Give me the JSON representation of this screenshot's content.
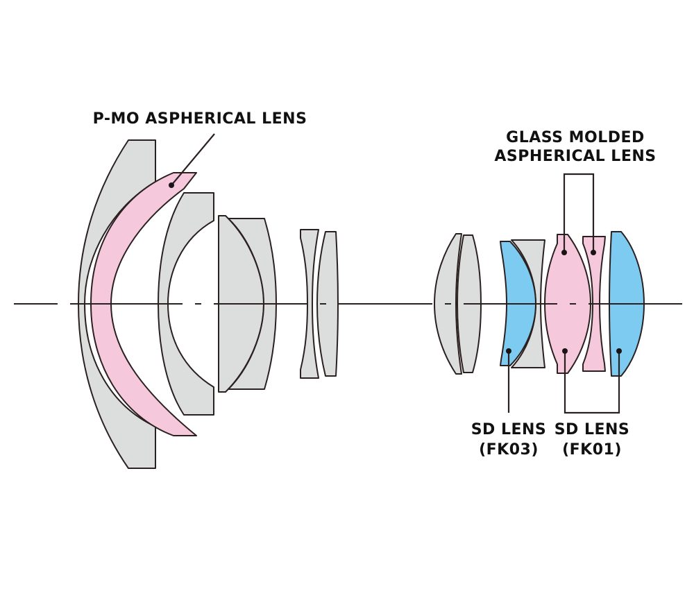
{
  "diagram": {
    "title": "Lens optical construction diagram",
    "colors": {
      "standard": "#dcdddd",
      "aspherical": "#f5c8dc",
      "sd": "#7dcbf1",
      "outline": "#2a2020",
      "text": "#111111"
    },
    "labels": {
      "pmo_aspherical": "P-MO ASPHERICAL LENS",
      "glass_molded_line1": "GLASS MOLDED",
      "glass_molded_line2": "ASPHERICAL LENS",
      "sd_fk03_line1": "SD LENS",
      "sd_fk03_line2": "(FK03)",
      "sd_fk01_line1": "SD LENS",
      "sd_fk01_line2": "(FK01)"
    },
    "elements": [
      {
        "id": 1,
        "type": "standard"
      },
      {
        "id": 2,
        "type": "aspherical",
        "material": "P-MO"
      },
      {
        "id": 3,
        "type": "standard"
      },
      {
        "id": 4,
        "type": "standard",
        "cemented": true
      },
      {
        "id": 5,
        "type": "standard",
        "cemented": true
      },
      {
        "id": 6,
        "type": "standard"
      },
      {
        "id": 7,
        "type": "standard"
      },
      {
        "id": 8,
        "type": "standard"
      },
      {
        "id": 9,
        "type": "standard"
      },
      {
        "id": 10,
        "type": "sd",
        "material": "FK03"
      },
      {
        "id": 11,
        "type": "standard"
      },
      {
        "id": 12,
        "type": "aspherical",
        "material": "glass molded"
      },
      {
        "id": 13,
        "type": "aspherical",
        "material": "glass molded"
      },
      {
        "id": 14,
        "type": "sd",
        "material": "FK01"
      }
    ],
    "element_count": 14
  }
}
